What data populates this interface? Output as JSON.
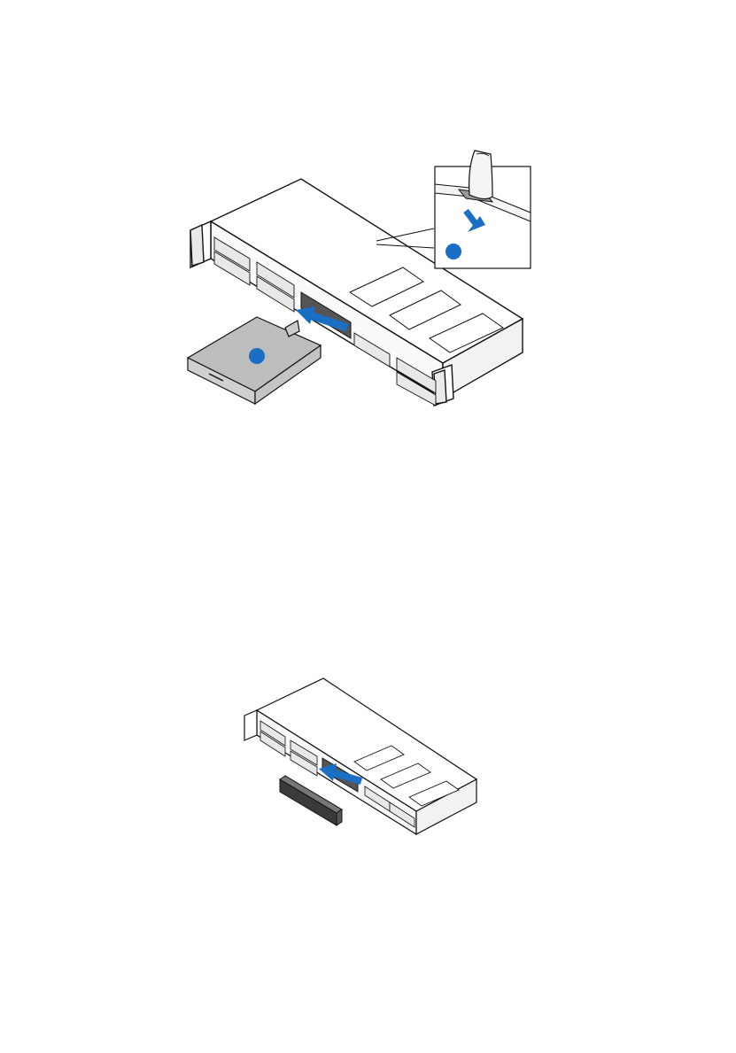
{
  "figures": [
    {
      "id": "remove-optical-drive",
      "callouts": [
        "",
        ""
      ],
      "arrows": [
        "pull-out-arrow",
        "press-down-arrow"
      ],
      "icons": [
        "server-chassis-icon",
        "optical-drive-icon",
        "finger-press-icon",
        "release-latch-icon"
      ]
    },
    {
      "id": "remove-drive-bay-filler",
      "arrows": [
        "pull-out-arrow"
      ],
      "icons": [
        "server-chassis-icon",
        "drive-bay-filler-icon"
      ]
    }
  ],
  "colors": {
    "accent": "#1a6fc4",
    "outline": "#111111",
    "chassis_fill": "#ffffff",
    "drive_fill": "#d0d0d0",
    "drive_top": "#bdbdbd",
    "filler_fill": "#3a3a3a"
  }
}
